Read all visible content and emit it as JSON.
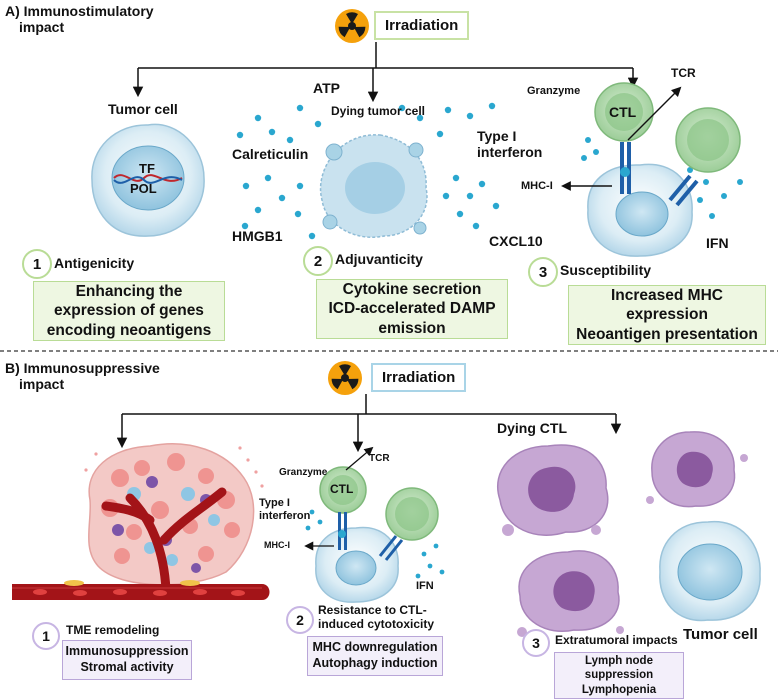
{
  "panel_a": {
    "title_line1": "A) Immunostimulatory",
    "title_line2": "impact",
    "irradiation_label": "Irradiation",
    "tumor_cell_label": "Tumor cell",
    "tf_label": "TF",
    "pol_label": "POL",
    "atp_label": "ATP",
    "dying_tumor_cell_label": "Dying tumor cell",
    "calreticulin_label": "Calreticulin",
    "hmgb1_label": "HMGB1",
    "cxcl10_label": "CXCL10",
    "type1_ifn_line1": "Type I",
    "type1_ifn_line2": "interferon",
    "granzyme_label": "Granzyme",
    "tcr_label": "TCR",
    "ctl_label": "CTL",
    "mhc_label": "MHC-I",
    "ifn_label": "IFN",
    "steps": [
      {
        "number": "1",
        "title": "Antigenicity",
        "desc": [
          "Enhancing the",
          "expression of genes",
          "encoding neoantigens"
        ]
      },
      {
        "number": "2",
        "title": "Adjuvanticity",
        "desc": [
          "Cytokine secretion",
          "ICD-accelerated DAMP",
          "emission"
        ]
      },
      {
        "number": "3",
        "title": "Susceptibility",
        "desc": [
          "Increased MHC",
          "expression",
          "Neoantigen presentation"
        ]
      }
    ]
  },
  "panel_b": {
    "title_line1": "B) Immunosuppressive",
    "title_line2": "impact",
    "irradiation_label": "Irradiation",
    "granzyme_label": "Granzyme",
    "tcr_label": "TCR",
    "ctl_label": "CTL",
    "type1_ifn_line1": "Type I",
    "type1_ifn_line2": "interferon",
    "mhc_label": "MHC-I",
    "ifn_label": "IFN",
    "dying_ctl_label": "Dying CTL",
    "tumor_cell_label": "Tumor cell",
    "steps": [
      {
        "number": "1",
        "title_lines": [
          "TME remodeling"
        ],
        "desc": [
          "Immunosuppression",
          "Stromal activity"
        ]
      },
      {
        "number": "2",
        "title_lines": [
          "Resistance to CTL-",
          "induced cytotoxicity"
        ],
        "desc": [
          "MHC downregulation",
          "Autophagy induction"
        ]
      },
      {
        "number": "3",
        "title_lines": [
          "Extratumoral impacts"
        ],
        "desc": [
          "Lymph node",
          "suppression",
          "Lymphopenia"
        ]
      }
    ]
  },
  "colors": {
    "green_border": "#b9dc96",
    "green_fill": "#eef7e2",
    "purple_border": "#b9a6d8",
    "purple_fill": "#f3effa",
    "cell_blue": "#cfe6f2",
    "ctl_green": "#a8d5a8",
    "dying_purple": "#9b6fae",
    "vessel_red": "#a31418",
    "dot_blue": "#2aa7cf",
    "radiation_orange": "#f5a10c"
  }
}
